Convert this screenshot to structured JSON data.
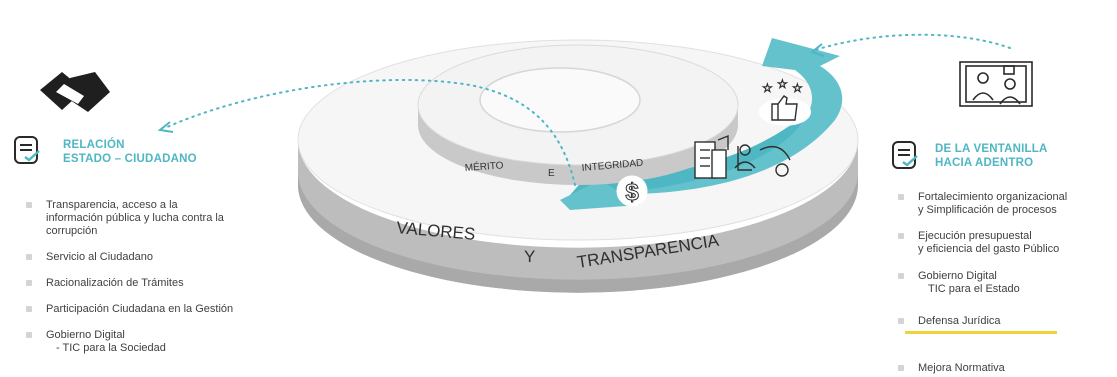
{
  "left": {
    "title_line1": "RELACIÓN",
    "title_line2": "ESTADO – CIUDADANO",
    "items": [
      {
        "lines": [
          "Transparencia, acceso a la",
          "información pública y lucha contra la",
          "corrupción"
        ]
      },
      {
        "lines": [
          "Servicio al Ciudadano"
        ]
      },
      {
        "lines": [
          "Racionalización de Trámites"
        ]
      },
      {
        "lines": [
          "Participación Ciudadana en la Gestión"
        ]
      },
      {
        "lines": [
          "Gobierno Digital",
          "- TIC para la Sociedad"
        ]
      }
    ]
  },
  "right": {
    "title_line1": "DE LA VENTANILLA",
    "title_line2": "HACIA ADENTRO",
    "items": [
      {
        "lines": [
          "Fortalecimiento organizacional",
          "y Simplificación de procesos"
        ]
      },
      {
        "lines": [
          "Ejecución presupuestal",
          "y eficiencia del gasto Público"
        ]
      },
      {
        "lines": [
          "Gobierno Digital",
          "TIC para el Estado"
        ]
      },
      {
        "lines": [
          "Defensa Jurídica"
        ]
      },
      {
        "lines": [
          "Mejora Normativa"
        ]
      }
    ]
  },
  "center": {
    "inner_ring_words": [
      "MÉRITO",
      "E",
      "INTEGRIDAD"
    ],
    "outer_ring_words": [
      "VALORES",
      "Y",
      "TRANSPARENCIA"
    ]
  },
  "icons": {
    "left_top": "handshake-icon",
    "right_top": "video-meeting-icon",
    "left_doc": "document-check-icon",
    "right_doc": "document-check-icon",
    "ring_rating": "thumbs-up-stars-icon",
    "ring_building": "building-icon",
    "ring_people": "people-gear-icon",
    "ring_money": "dollar-icon"
  },
  "colors": {
    "accent": "#4fb6c3",
    "highlight": "#f2d13d",
    "ring_side": "#b3b3b3"
  }
}
